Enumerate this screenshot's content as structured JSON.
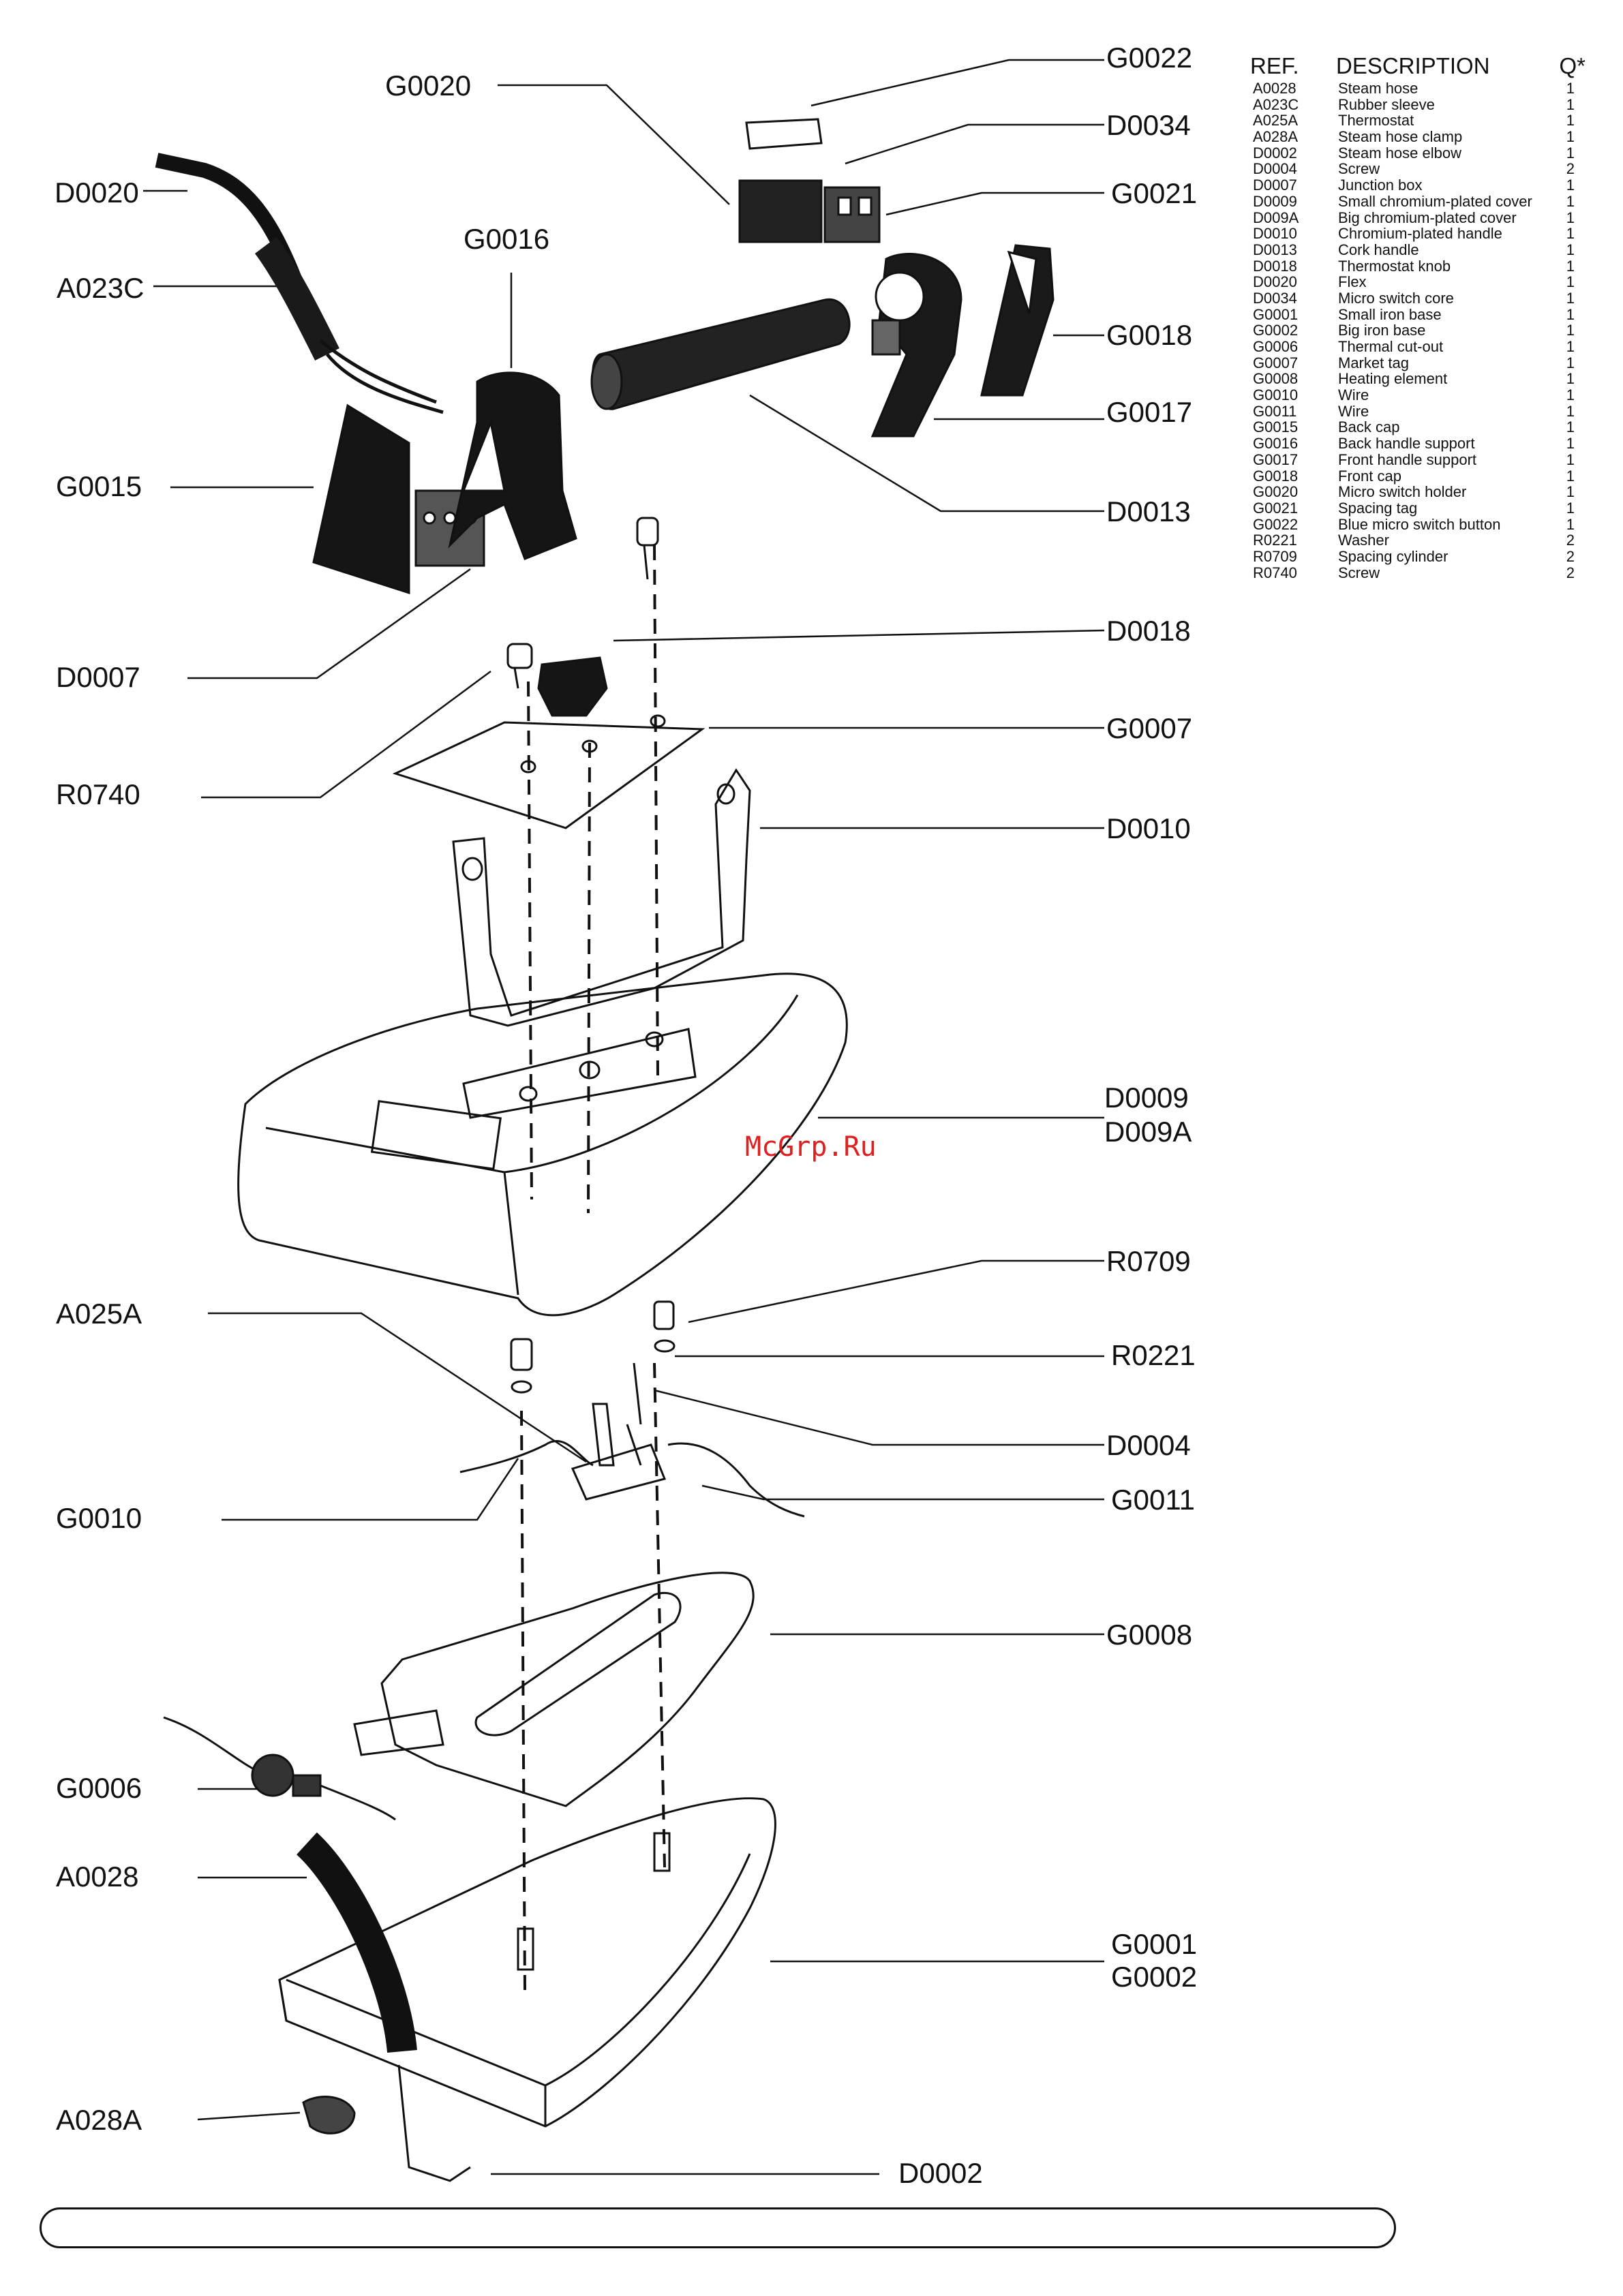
{
  "callouts": {
    "G0022": "G0022",
    "G0020": "G0020",
    "D0034": "D0034",
    "D0020": "D0020",
    "G0021": "G0021",
    "G0016": "G0016",
    "A023C": "A023C",
    "G0018": "G0018",
    "G0017": "G0017",
    "G0015": "G0015",
    "D0013": "D0013",
    "D0018": "D0018",
    "D0007": "D0007",
    "G0007": "G0007",
    "R0740": "R0740",
    "D0010": "D0010",
    "D0009": "D0009",
    "D009A": "D009A",
    "R0709": "R0709",
    "A025A": "A025A",
    "R0221": "R0221",
    "D0004": "D0004",
    "G0011": "G0011",
    "G0010": "G0010",
    "G0008": "G0008",
    "G0006": "G0006",
    "A0028": "A0028",
    "G0001": "G0001",
    "G0002": "G0002",
    "A028A": "A028A",
    "D0002": "D0002"
  },
  "table": {
    "headers": {
      "ref": "REF.",
      "description": "DESCRIPTION",
      "qty": "Q*"
    },
    "rows": [
      {
        "ref": "A0028",
        "description": "Steam hose",
        "qty": "1"
      },
      {
        "ref": "A023C",
        "description": "Rubber sleeve",
        "qty": "1"
      },
      {
        "ref": "A025A",
        "description": "Thermostat",
        "qty": "1"
      },
      {
        "ref": "A028A",
        "description": "Steam hose clamp",
        "qty": "1"
      },
      {
        "ref": "D0002",
        "description": "Steam hose elbow",
        "qty": "1"
      },
      {
        "ref": "D0004",
        "description": "Screw",
        "qty": "2"
      },
      {
        "ref": "D0007",
        "description": "Junction box",
        "qty": "1"
      },
      {
        "ref": "D0009",
        "description": "Small chromium-plated cover",
        "qty": "1"
      },
      {
        "ref": "D009A",
        "description": "Big chromium-plated cover",
        "qty": "1"
      },
      {
        "ref": "D0010",
        "description": "Chromium-plated handle",
        "qty": "1"
      },
      {
        "ref": "D0013",
        "description": "Cork handle",
        "qty": "1"
      },
      {
        "ref": "D0018",
        "description": "Thermostat knob",
        "qty": "1"
      },
      {
        "ref": "D0020",
        "description": "Flex",
        "qty": "1"
      },
      {
        "ref": "D0034",
        "description": "Micro switch core",
        "qty": "1"
      },
      {
        "ref": "G0001",
        "description": "Small iron base",
        "qty": "1"
      },
      {
        "ref": "G0002",
        "description": "Big iron base",
        "qty": "1"
      },
      {
        "ref": "G0006",
        "description": "Thermal cut-out",
        "qty": "1"
      },
      {
        "ref": "G0007",
        "description": "Market tag",
        "qty": "1"
      },
      {
        "ref": "G0008",
        "description": "Heating element",
        "qty": "1"
      },
      {
        "ref": "G0010",
        "description": "Wire",
        "qty": "1"
      },
      {
        "ref": "G0011",
        "description": "Wire",
        "qty": "1"
      },
      {
        "ref": "G0015",
        "description": "Back cap",
        "qty": "1"
      },
      {
        "ref": "G0016",
        "description": "Back handle support",
        "qty": "1"
      },
      {
        "ref": "G0017",
        "description": "Front handle support",
        "qty": "1"
      },
      {
        "ref": "G0018",
        "description": "Front cap",
        "qty": "1"
      },
      {
        "ref": "G0020",
        "description": "Micro switch holder",
        "qty": "1"
      },
      {
        "ref": "G0021",
        "description": "Spacing tag",
        "qty": "1"
      },
      {
        "ref": "G0022",
        "description": "Blue micro switch button",
        "qty": "1"
      },
      {
        "ref": "R0221",
        "description": "Washer",
        "qty": "2"
      },
      {
        "ref": "R0709",
        "description": "Spacing cylinder",
        "qty": "2"
      },
      {
        "ref": "R0740",
        "description": "Screw",
        "qty": "2"
      }
    ]
  },
  "watermark": "McGrp.Ru",
  "colors": {
    "ink": "#111111",
    "watermark": "#e02020",
    "background": "#ffffff"
  }
}
